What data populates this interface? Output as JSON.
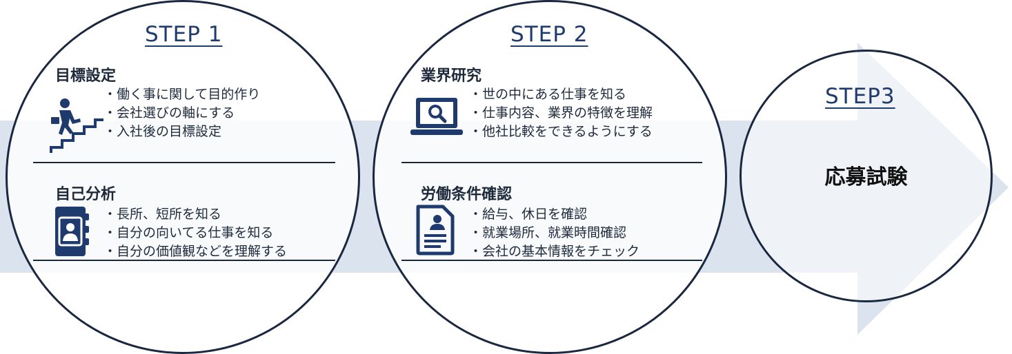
{
  "step1": {
    "label": "STEP 1",
    "section1": {
      "title": "目標設定",
      "icon": "stairs-climbing-businessman-icon",
      "bullets": [
        "・働く事に関して目的作り",
        "・会社選びの軸にする",
        "・入社後の目標設定"
      ]
    },
    "section2": {
      "title": "自己分析",
      "icon": "contact-book-icon",
      "bullets": [
        "・長所、短所を知る",
        "・自分の向いてる仕事を知る",
        "・自分の価値観などを理解する"
      ]
    }
  },
  "step2": {
    "label": "STEP 2",
    "section1": {
      "title": "業界研究",
      "icon": "laptop-search-icon",
      "bullets": [
        "・世の中にある仕事を知る",
        "・仕事内容、業界の特徴を理解",
        "・他社比較をできるようにする"
      ]
    },
    "section2": {
      "title": "労働条件確認",
      "icon": "resume-document-icon",
      "bullets": [
        "・給与、休日を確認",
        "・就業場所、就業時間確認",
        "・会社の基本情報をチェック"
      ]
    }
  },
  "step3": {
    "label": "STEP3",
    "title": "応募試験"
  },
  "colors": {
    "arrow": "#dbe3ee",
    "circle_border": "#1a2740",
    "step_label": "#1f3b6e",
    "icon": "#1f3b6e"
  }
}
